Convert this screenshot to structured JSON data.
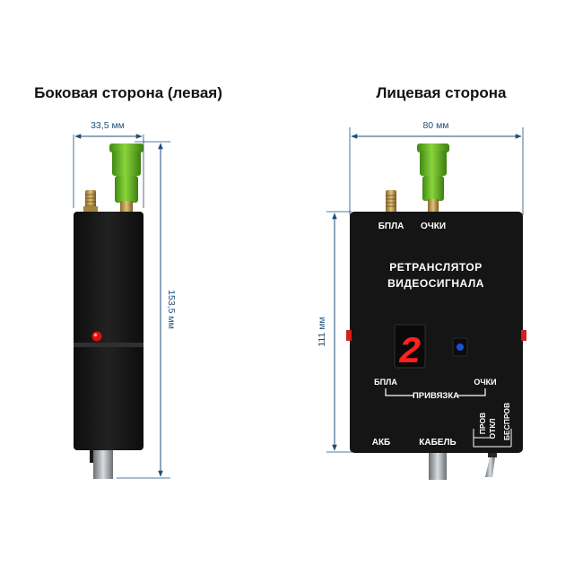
{
  "views": {
    "side": {
      "title": "Боковая сторона (левая)",
      "width_label": "33,5 мм",
      "height_label": "153,5 мм"
    },
    "front": {
      "title": "Лицевая сторона",
      "width_label": "80 мм",
      "height_label": "111 мм",
      "top_left_port": "БПЛА",
      "top_right_port": "ОЧКИ",
      "device_name_line1": "РЕТРАНСЛЯТОР",
      "device_name_line2": "ВИДЕОСИГНАЛА",
      "display_value": "2",
      "pair_left": "БПЛА",
      "pair_right": "ОЧКИ",
      "pair_label": "ПРИВЯЗКА",
      "switch_positions": [
        "ПРОВ",
        "ОТКЛ",
        "БЕСПРОВ"
      ],
      "bottom_left_label": "АКБ",
      "bottom_right_label": "КАБЕЛЬ"
    }
  },
  "colors": {
    "dimension_line": "#1f4e79",
    "body": "#1a1a1a",
    "antenna_green": "#5fb41e",
    "led_red": "#e01010",
    "display_red": "#ff2020",
    "button_blue": "#1b4fd8"
  },
  "icons": [
    "sma-connector-icon",
    "green-antenna-icon",
    "red-led-icon",
    "blue-button-icon",
    "toggle-switch-icon"
  ]
}
